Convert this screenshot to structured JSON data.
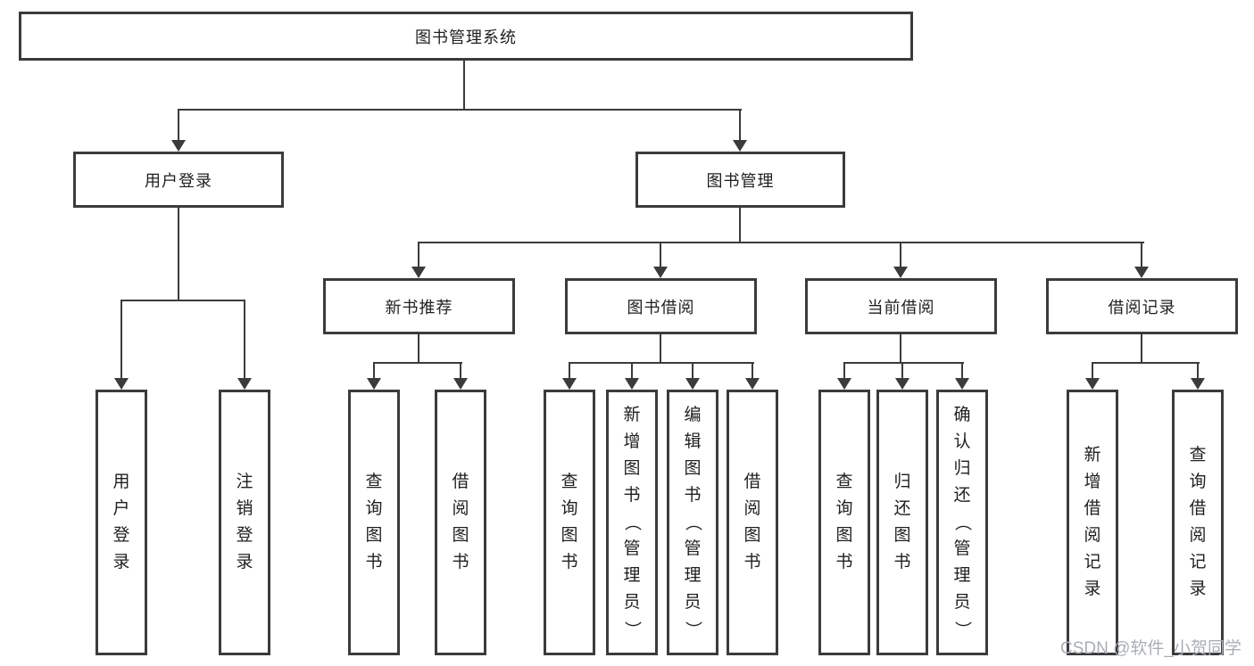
{
  "diagram": {
    "root": "图书管理系统",
    "level2": {
      "user": "用户登录",
      "management": "图书管理"
    },
    "level3": {
      "recommend": "新书推荐",
      "borrow": "图书借阅",
      "current": "当前借阅",
      "records": "借阅记录"
    },
    "leaves": {
      "user": [
        "用户登录",
        "注销登录"
      ],
      "recommend": [
        "查询图书",
        "借阅图书"
      ],
      "borrow": [
        "查询图书",
        "新增图书（管理员）",
        "编辑图书（管理员）",
        "借阅图书"
      ],
      "current": [
        "查询图书",
        "归还图书",
        "确认归还（管理员）"
      ],
      "records": [
        "新增借阅记录",
        "查询借阅记录"
      ]
    }
  },
  "watermark": "CSDN @软件_小贺同学",
  "colors": {
    "line": "#3b3b3b",
    "text": "#1f1f1f",
    "watermark": "#a9aeb5",
    "background": "#ffffff"
  }
}
